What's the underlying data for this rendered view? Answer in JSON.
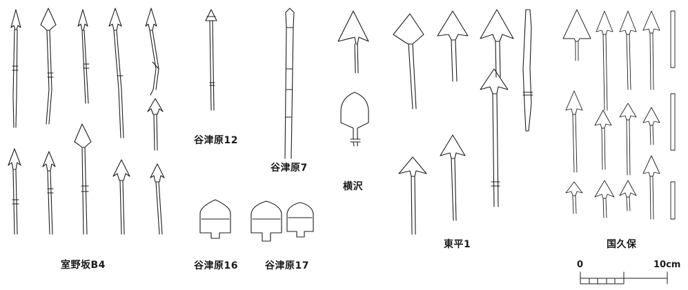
{
  "sites": [
    {
      "id": "muronosaka",
      "label": "室野坂B4"
    },
    {
      "id": "yatsuhara12",
      "label": "谷津原12"
    },
    {
      "id": "yatsuhara7",
      "label": "谷津原7"
    },
    {
      "id": "yatsuhara16",
      "label": "谷津原16"
    },
    {
      "id": "yatsuhara17",
      "label": "谷津原17"
    },
    {
      "id": "yokosawa",
      "label": "横沢"
    },
    {
      "id": "higashihira",
      "label": "東平1"
    },
    {
      "id": "kokubo",
      "label": "国久保"
    }
  ],
  "scale_bar": {
    "start_label": "0",
    "end_label": "10cm",
    "divisions": 10
  },
  "colors": {
    "ink": "#1a1a1a",
    "background": "#ffffff"
  }
}
